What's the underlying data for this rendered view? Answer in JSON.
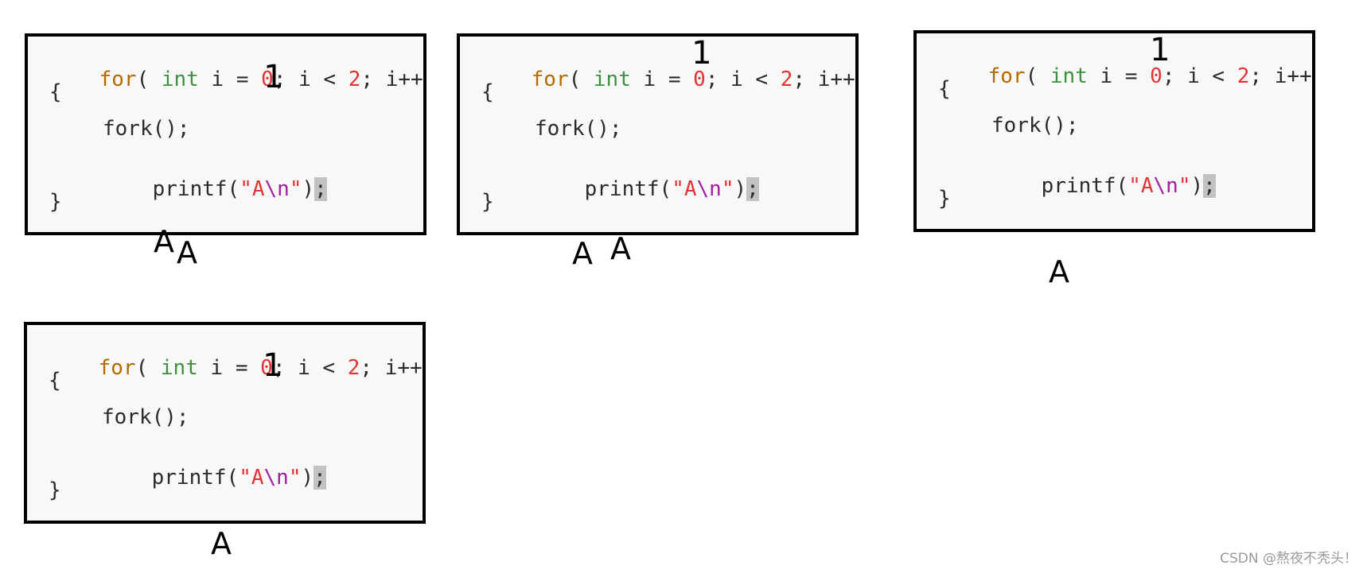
{
  "code": {
    "line1": {
      "kw_for": "for",
      "paren_open": "( ",
      "kw_int": "int",
      "var_assign": " i = ",
      "init_value": "0",
      "cond": "; i < ",
      "limit": "2",
      "tail": "; i++ )"
    },
    "open_brace": "{",
    "fork_call": "fork();",
    "printf_prefix": "printf(",
    "printf_quote_a": "\"A",
    "printf_escape": "\\n",
    "printf_quote_end": "\"",
    "printf_paren": ")",
    "printf_semicolon": ";",
    "close_brace": "}"
  },
  "annotations": {
    "loop_counter_overlay": "1",
    "output_char": "A"
  },
  "watermark": "CSDN @熬夜不秃头！",
  "colors": {
    "keyword": "#b36b00",
    "type": "#3d9140",
    "number": "#e53333",
    "string": "#e53333",
    "escape": "#a020a0",
    "border": "#000000",
    "code_background": "#f8f8f8",
    "highlight": "#c2c2c2"
  }
}
